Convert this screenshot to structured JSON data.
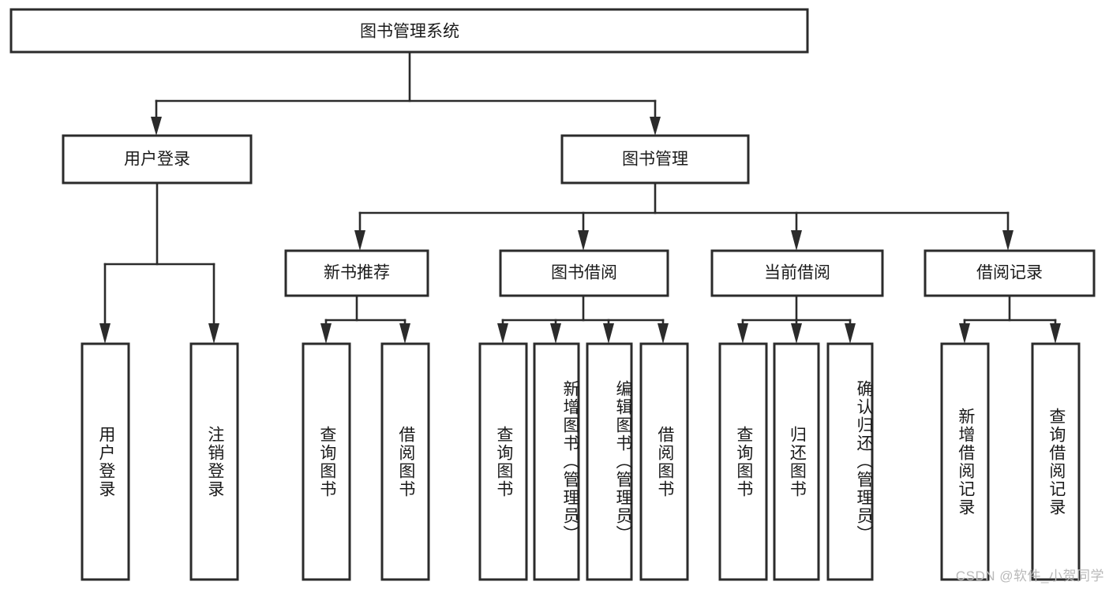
{
  "diagram": {
    "title": "图书管理系统",
    "type": "hierarchy-tree",
    "watermark": "CSDN @软件_小贺同学",
    "colors": {
      "background": "#ffffff",
      "box_fill": "#ffffff",
      "box_stroke": "#2b2b2b",
      "text": "#1a1a1a",
      "watermark": "#b9b9b9"
    },
    "levels": {
      "root": "图书管理系统",
      "level2": [
        "用户登录",
        "图书管理"
      ],
      "level3": [
        "新书推荐",
        "图书借阅",
        "当前借阅",
        "借阅记录"
      ]
    },
    "nodes": {
      "root": {
        "label": "图书管理系统",
        "orientation": "horizontal"
      },
      "user_login": {
        "label": "用户登录",
        "orientation": "horizontal"
      },
      "book_manage": {
        "label": "图书管理",
        "orientation": "horizontal"
      },
      "new_book_rec": {
        "label": "新书推荐",
        "orientation": "horizontal"
      },
      "book_borrow": {
        "label": "图书借阅",
        "orientation": "horizontal"
      },
      "current_borrow": {
        "label": "当前借阅",
        "orientation": "horizontal"
      },
      "borrow_record": {
        "label": "借阅记录",
        "orientation": "horizontal"
      },
      "leaf_user_login": {
        "label": "用户登录",
        "orientation": "vertical"
      },
      "leaf_logout": {
        "label": "注销登录",
        "orientation": "vertical"
      },
      "leaf_query_book_1": {
        "label": "查询图书",
        "orientation": "vertical"
      },
      "leaf_borrow_book_1": {
        "label": "借阅图书",
        "orientation": "vertical"
      },
      "leaf_query_book_2": {
        "label": "查询图书",
        "orientation": "vertical"
      },
      "leaf_add_book": {
        "label": "新增图书（管理员）",
        "orientation": "vertical"
      },
      "leaf_edit_book": {
        "label": "编辑图书（管理员）",
        "orientation": "vertical"
      },
      "leaf_borrow_book_2": {
        "label": "借阅图书",
        "orientation": "vertical"
      },
      "leaf_query_book_3": {
        "label": "查询图书",
        "orientation": "vertical"
      },
      "leaf_return_book": {
        "label": "归还图书",
        "orientation": "vertical"
      },
      "leaf_confirm_return": {
        "label": "确认归还（管理员）",
        "orientation": "vertical"
      },
      "leaf_add_record": {
        "label": "新增借阅记录",
        "orientation": "vertical"
      },
      "leaf_query_record": {
        "label": "查询借阅记录",
        "orientation": "vertical"
      }
    },
    "edges": [
      {
        "from": "图书管理系统",
        "to": "用户登录"
      },
      {
        "from": "图书管理系统",
        "to": "图书管理"
      },
      {
        "from": "用户登录",
        "to": "用户登录"
      },
      {
        "from": "用户登录",
        "to": "注销登录"
      },
      {
        "from": "图书管理",
        "to": "新书推荐"
      },
      {
        "from": "图书管理",
        "to": "图书借阅"
      },
      {
        "from": "图书管理",
        "to": "当前借阅"
      },
      {
        "from": "图书管理",
        "to": "借阅记录"
      },
      {
        "from": "新书推荐",
        "to": "查询图书"
      },
      {
        "from": "新书推荐",
        "to": "借阅图书"
      },
      {
        "from": "图书借阅",
        "to": "查询图书"
      },
      {
        "from": "图书借阅",
        "to": "新增图书（管理员）"
      },
      {
        "from": "图书借阅",
        "to": "编辑图书（管理员）"
      },
      {
        "from": "图书借阅",
        "to": "借阅图书"
      },
      {
        "from": "当前借阅",
        "to": "查询图书"
      },
      {
        "from": "当前借阅",
        "to": "归还图书"
      },
      {
        "from": "当前借阅",
        "to": "确认归还（管理员）"
      },
      {
        "from": "借阅记录",
        "to": "新增借阅记录"
      },
      {
        "from": "借阅记录",
        "to": "查询借阅记录"
      }
    ]
  }
}
